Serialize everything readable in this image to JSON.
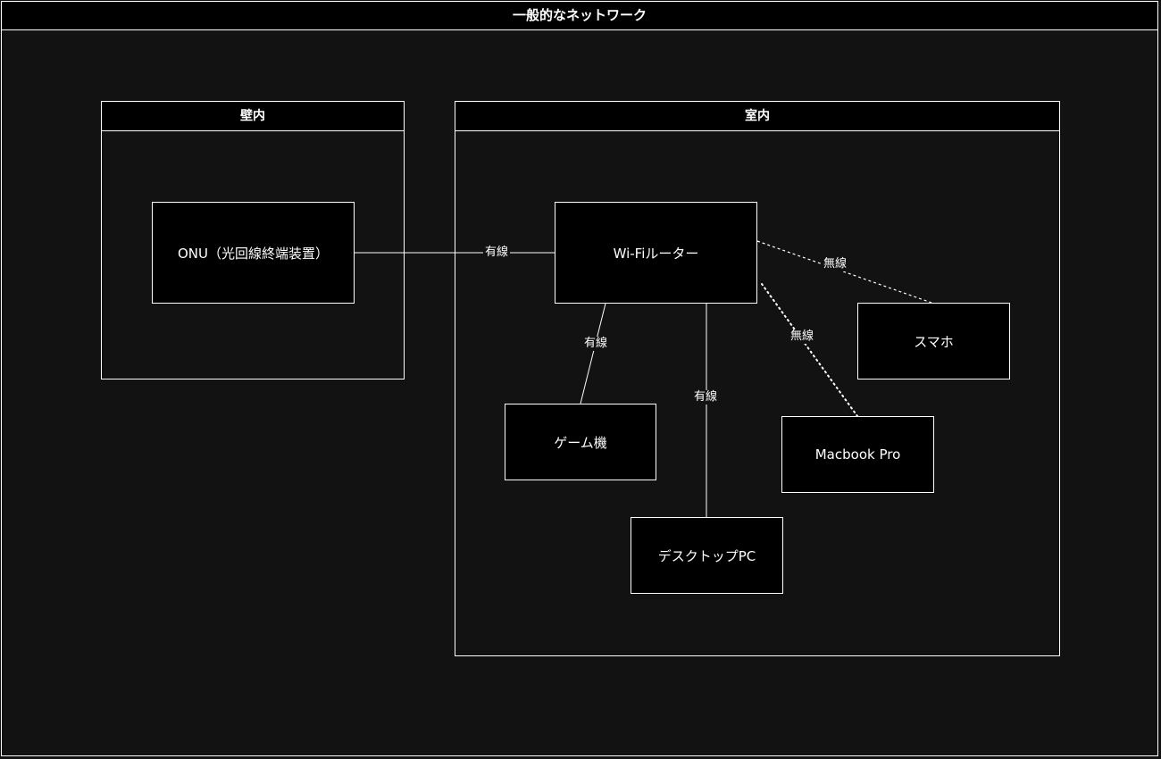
{
  "diagram": {
    "title": "一般的なネットワーク",
    "groups": {
      "wall": {
        "title": "壁内"
      },
      "room": {
        "title": "室内"
      }
    },
    "nodes": {
      "onu": "ONU（光回線終端装置）",
      "router": "Wi-Fiルーター",
      "phone": "スマホ",
      "game": "ゲーム機",
      "macbook": "Macbook Pro",
      "desktop": "デスクトップPC"
    },
    "edges": [
      {
        "from": "onu",
        "to": "router",
        "label": "有線",
        "style": "solid"
      },
      {
        "from": "router",
        "to": "phone",
        "label": "無線",
        "style": "dashed"
      },
      {
        "from": "router",
        "to": "macbook",
        "label": "無線",
        "style": "dotted"
      },
      {
        "from": "router",
        "to": "game",
        "label": "有線",
        "style": "solid"
      },
      {
        "from": "router",
        "to": "desktop",
        "label": "有線",
        "style": "solid"
      }
    ]
  }
}
